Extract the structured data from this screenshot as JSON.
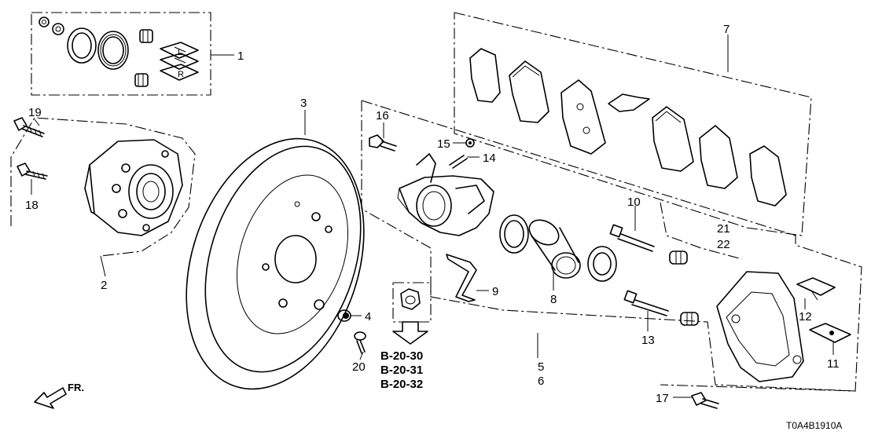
{
  "diagram_code": "T0A4B1910A",
  "direction_label": "FR.",
  "callouts": [
    "1",
    "2",
    "3",
    "4",
    "5",
    "6",
    "7",
    "8",
    "9",
    "10",
    "11",
    "12",
    "13",
    "14",
    "15",
    "16",
    "17",
    "18",
    "19",
    "20",
    "21",
    "22"
  ],
  "references": [
    "B-20-30",
    "B-20-31",
    "B-20-32"
  ],
  "pad_texts": [
    "L",
    "R"
  ]
}
